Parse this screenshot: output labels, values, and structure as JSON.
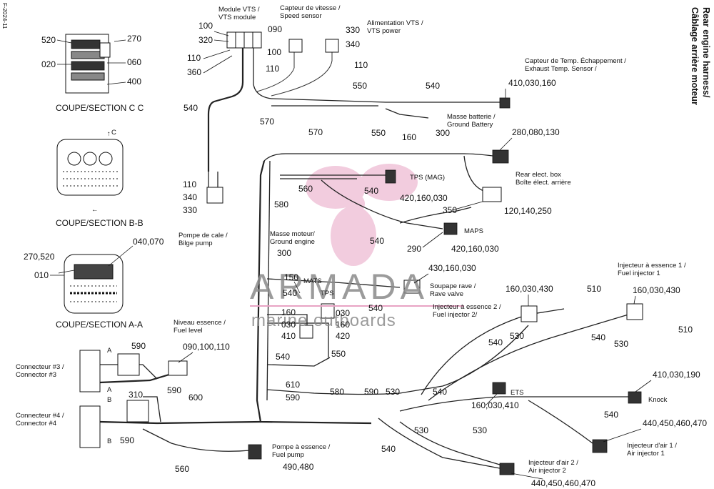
{
  "colors": {
    "brand_pink": "#e8a3c4",
    "brand_gray": "#8a8a8a",
    "line": "#222222"
  },
  "doc_code": "F-2024-11",
  "title": {
    "line1": "Rear engine harness/",
    "line2": "Câblage arrière moteur"
  },
  "sections": {
    "cc": {
      "caption": "COUPE/SECTION C C",
      "l520": "520",
      "l270": "270",
      "l020": "020",
      "l060": "060",
      "l400": "400"
    },
    "bb": {
      "caption": "COUPE/SECTION B-B",
      "a": "↑",
      "b": "←"
    },
    "aa": {
      "caption": "COUPE/SECTION A-A",
      "l270520": "270,520",
      "l040070": "040,070",
      "l010": "010"
    }
  },
  "labels": {
    "vts_module": "Module VTS /",
    "vts_module2": "VTS module",
    "speed": "Capteur de vitesse /",
    "speed2": "Speed sensor",
    "vts_power": "Alimentation VTS /",
    "vts_power2": "VTS power",
    "exh": "Capteur de Temp. Échappement /",
    "exh2": "Exhaust Temp. Sensor /",
    "gnd_batt": "Masse batterie /",
    "gnd_batt2": "Ground Battery",
    "tps_mag": "TPS (MAG)",
    "rear_box": "Rear elect. box",
    "rear_box2": "Boîte élect. arrière",
    "maps": "MAPS",
    "bilge": "Pompe de cale /",
    "bilge2": "Bilge pump",
    "gnd_eng": "Masse moteur/",
    "gnd_eng2": "Ground engine",
    "mats": "MATS",
    "tps": "TPS",
    "rave": "Soupape rave /",
    "rave2": "Rave valve",
    "inj1": "Injecteur à essence 1 /",
    "inj1b": "Fuel injector 1",
    "inj2": "Injecteur à essence 2 /",
    "inj2b": "Fuel injector 2/",
    "fuel_level": "Niveau essence /",
    "fuel_level2": "Fuel level",
    "conn3": "Connecteur #3 /",
    "conn3b": "Connector #3",
    "conn4": "Connecteur #4 /",
    "conn4b": "Connector #4",
    "ets": "ETS",
    "knock": "Knock",
    "air1": "Injecteur d'air 1 /",
    "air1b": "Air injector 1",
    "air2": "Injecteur d'air 2 /",
    "air2b": "Air injector 2",
    "fuel_pump": "Pompe à essence /",
    "fuel_pump2": "Fuel pump",
    "secA": "A",
    "secB": "B",
    "secC": "C"
  },
  "refs": {
    "r100a": "100",
    "r320": "320",
    "r110a": "110",
    "r360": "360",
    "r100b": "100",
    "r090": "090",
    "r110b": "110",
    "r330a": "330",
    "r340a": "340",
    "r110c": "110",
    "r540a": "540",
    "r550a": "550",
    "r540b": "540",
    "r410030160": "410,030,160",
    "r570a": "570",
    "r550b": "550",
    "r160a": "160",
    "r300a": "300",
    "r570b": "570",
    "r280080130": "280,080,130",
    "r560a": "560",
    "r540c": "540",
    "r420160030": "420,160,030",
    "r350": "350",
    "r120140250": "120,140,250",
    "r110d": "110",
    "r340b": "340",
    "r330b": "330",
    "r580a": "580",
    "r540d": "540",
    "r290": "290",
    "r420160030b": "420,160,030",
    "r300b": "300",
    "r150": "150",
    "r540e": "540",
    "r430160030": "430,160,030",
    "r160b": "160",
    "r030a": "030",
    "r410": "410",
    "r030b": "030",
    "r160c": "160",
    "r420": "420",
    "r540f": "540",
    "r550c": "550",
    "r160030430a": "160,030,430",
    "r510a": "510",
    "r540g": "540",
    "r530a": "530",
    "r160030430b": "160,030,430",
    "r540h": "540",
    "r530b": "530",
    "r510b": "510",
    "r590a": "590",
    "r090100110": "090,100,110",
    "r310": "310",
    "r590b": "590",
    "r600": "600",
    "r590c": "590",
    "r610": "610",
    "r590d": "590",
    "r580b": "580",
    "r590e": "590",
    "r530c": "530",
    "r540i": "540",
    "r160030410": "160,030,410",
    "r410030190": "410,030,190",
    "r530d": "530",
    "r530e": "530",
    "r540j": "540",
    "r440450460470a": "440,450,460,470",
    "r540k": "540",
    "r560b": "560",
    "r490480": "490,480",
    "r440450460470b": "440,450,460,470"
  },
  "brand": {
    "name": "ARMADA",
    "tagline": "marine outboards"
  }
}
